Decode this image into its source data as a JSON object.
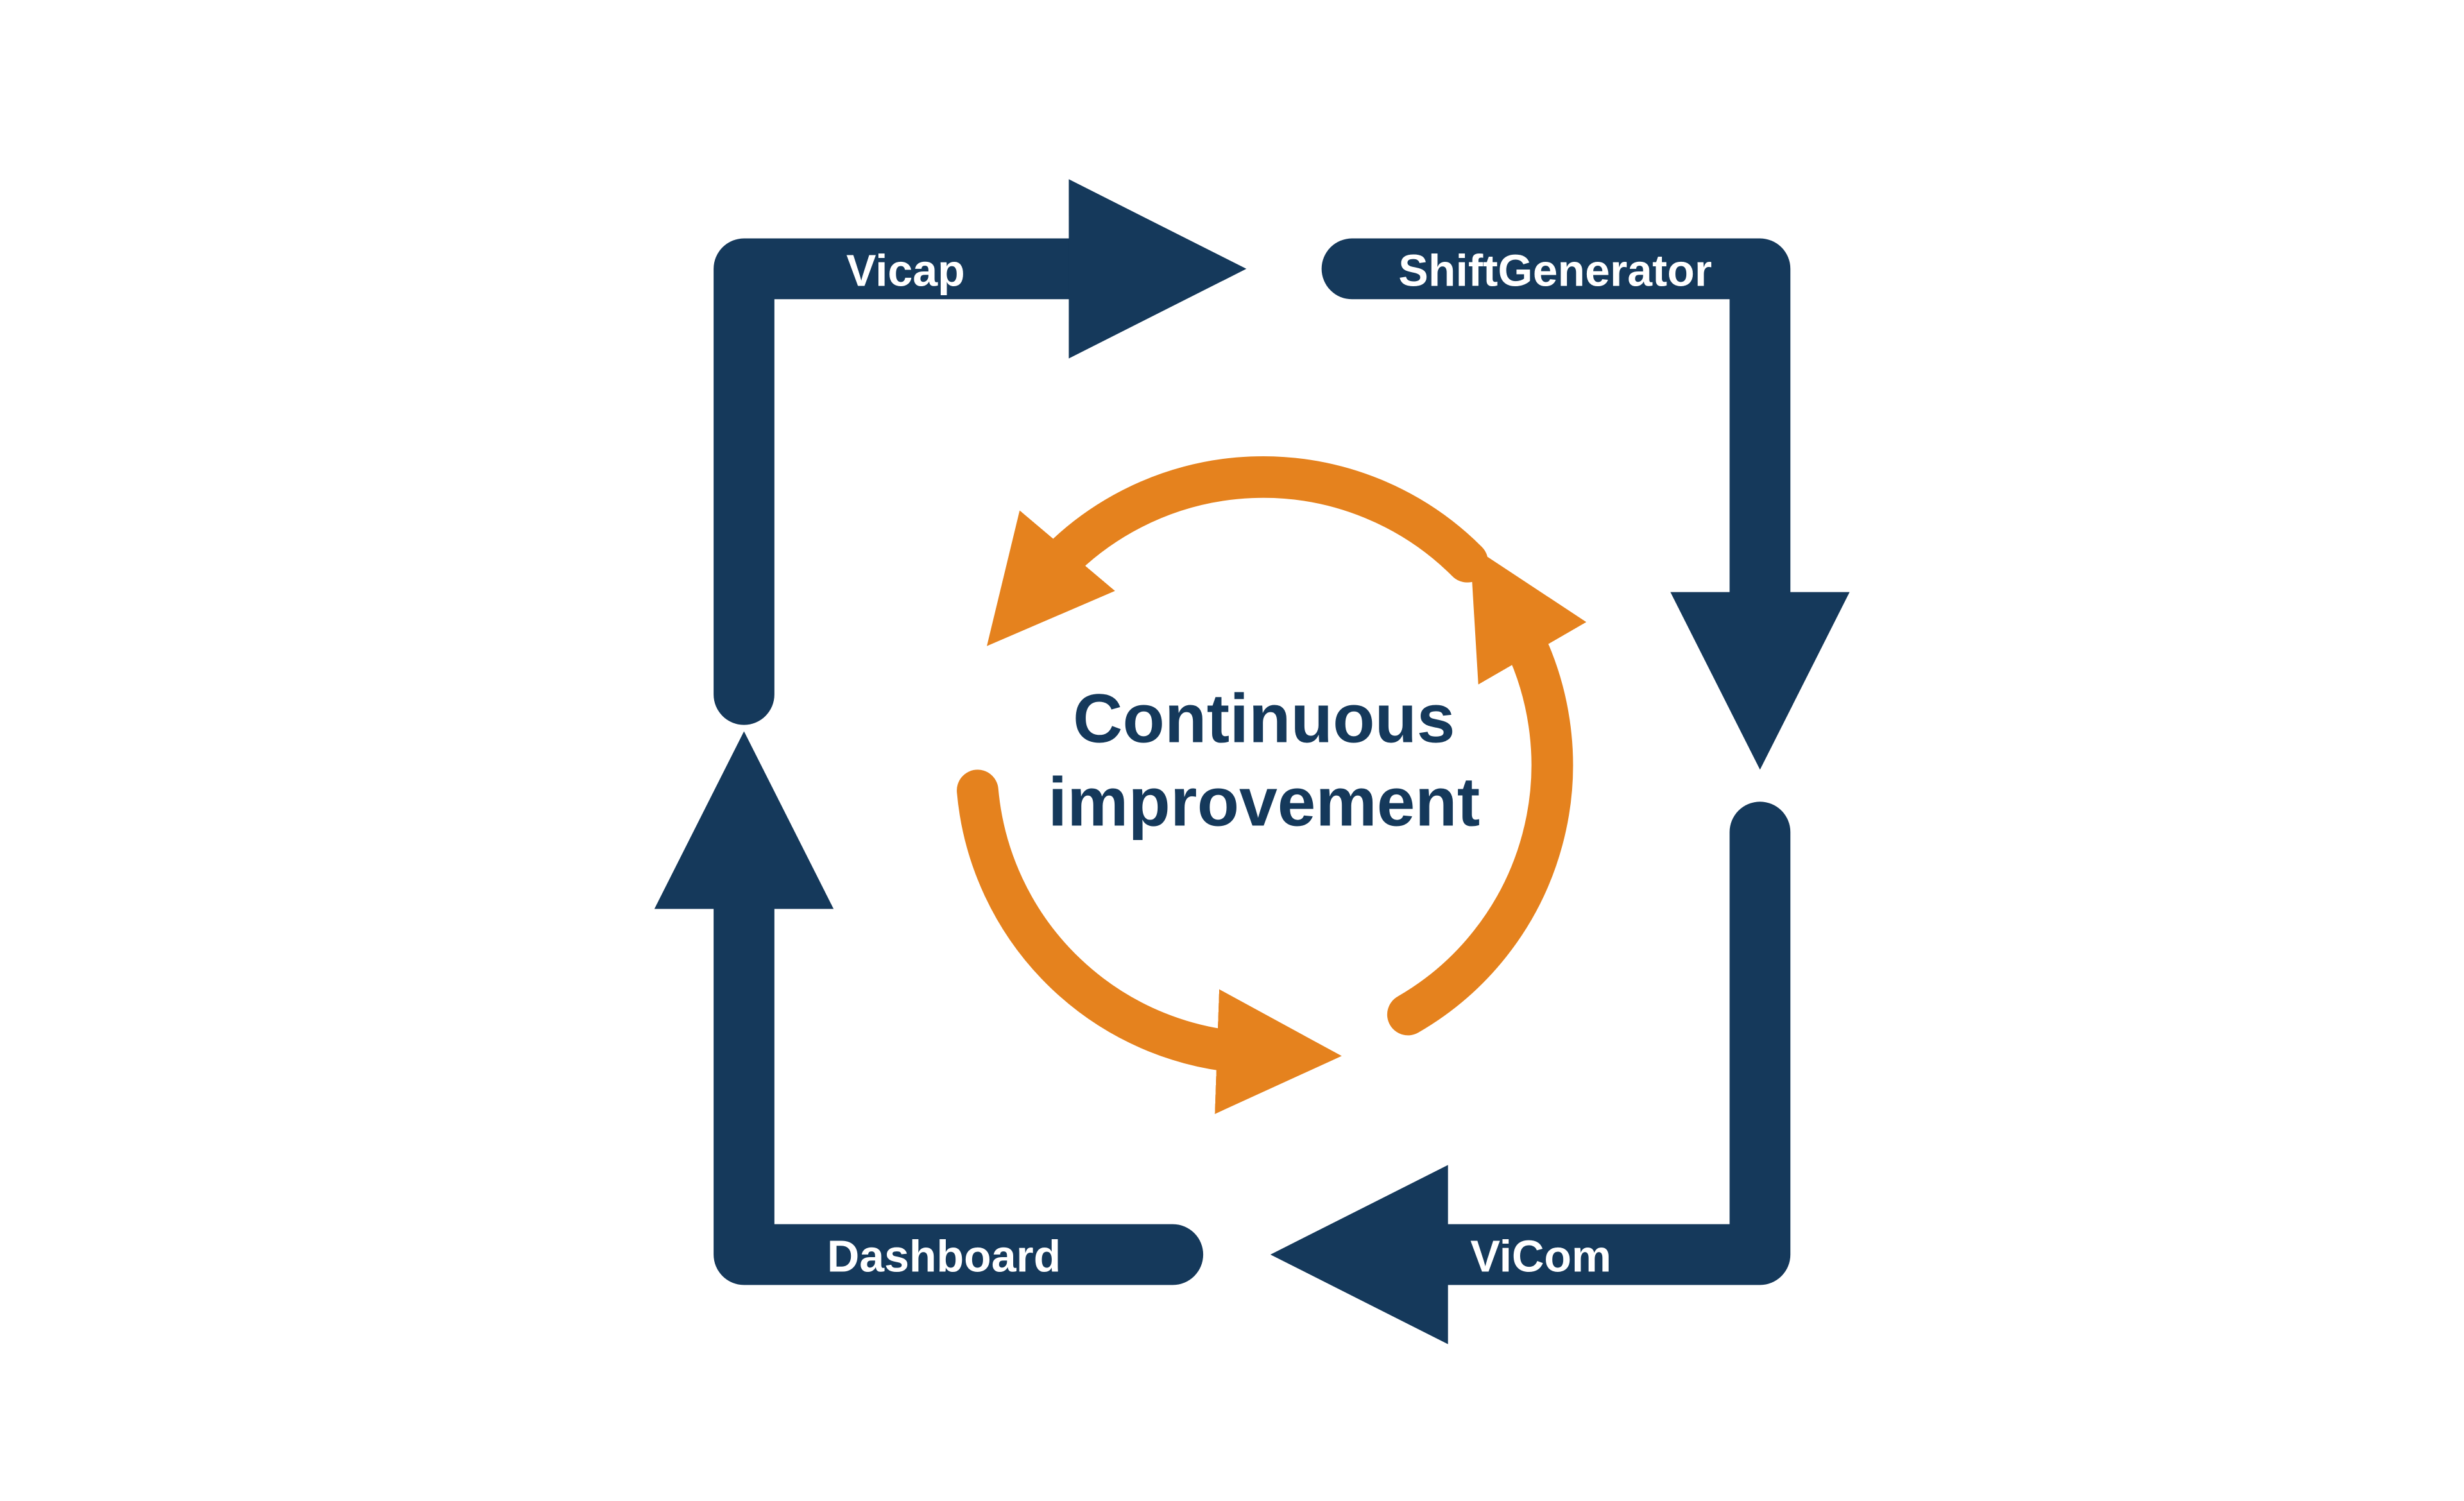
{
  "colors": {
    "navy": "#15395B",
    "orange": "#E5821E",
    "label_text": "#FFFFFF",
    "background": "#FFFFFF"
  },
  "center": {
    "line1": "Continuous",
    "line2": "improvement"
  },
  "loop": {
    "top": "Vicap",
    "right": "ShiftGenerator",
    "bottom": "ViCom",
    "left": "Dashboard"
  }
}
